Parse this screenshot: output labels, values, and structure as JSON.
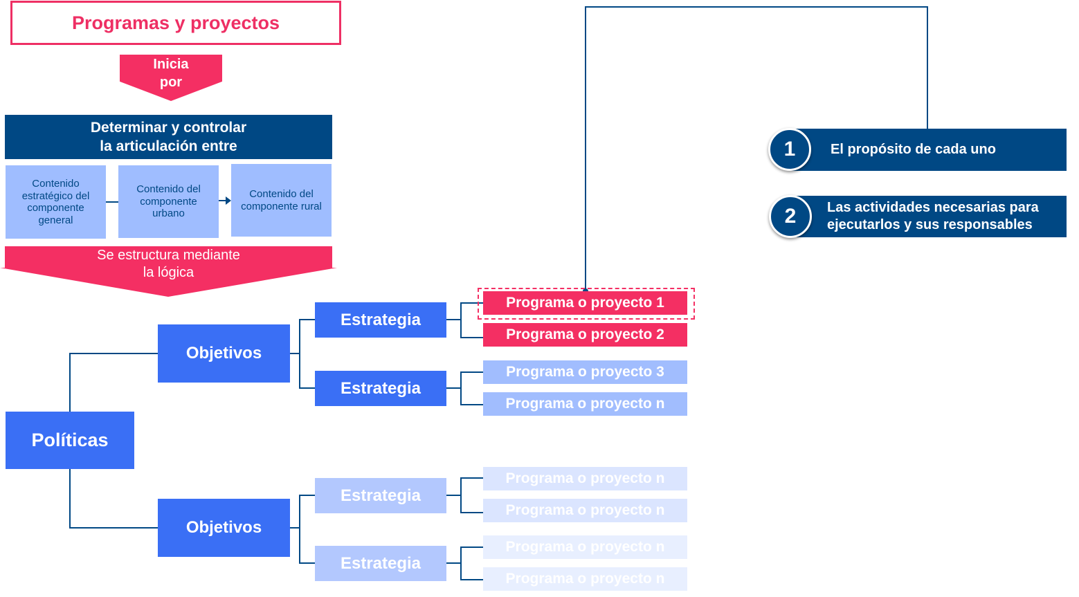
{
  "title": "Programas y proyectos",
  "inicia_label": "Inicia\npor",
  "determinar_label": "Determinar y controlar\nla articulación entre",
  "contenidos": [
    "Contenido estratégico del componente general",
    "Contenido del componente urbano",
    "Contenido del componente rural"
  ],
  "estructura_label": "Se estructura mediante\nla lógica",
  "tree": {
    "root": "Políticas",
    "objetivos": [
      "Objetivos",
      "Objetivos"
    ],
    "estrategias": [
      "Estrategia",
      "Estrategia",
      "Estrategia",
      "Estrategia"
    ],
    "programas": [
      "Programa o proyecto 1",
      "Programa o proyecto 2",
      "Programa o proyecto 3",
      "Programa o proyecto n",
      "Programa o proyecto n",
      "Programa o proyecto n",
      "Programa o proyecto n",
      "Programa o proyecto n"
    ]
  },
  "info": [
    {
      "number": "1",
      "text": "El propósito de cada uno"
    },
    {
      "number": "2",
      "text": "Las actividades necesarias para\nejecutarlos y sus responsables"
    }
  ],
  "colors": {
    "pink": "#f42f63",
    "navy": "#004884",
    "blue": "#3a6ff5",
    "light_blue": "#9fbdff",
    "pale_blue": "#dbe5ff"
  }
}
